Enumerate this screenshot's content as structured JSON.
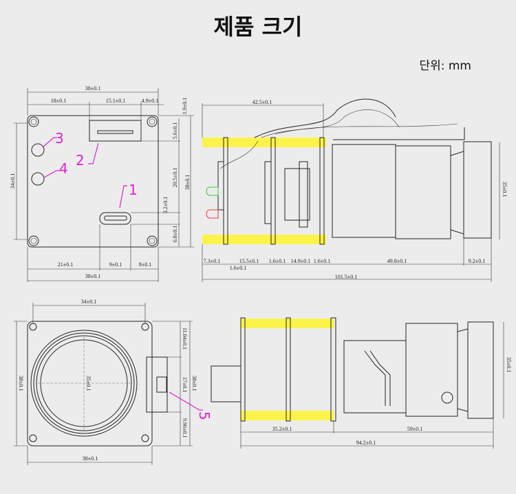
{
  "title": "제품 크기",
  "unit": "단위: mm",
  "colors": {
    "background": "#ececec",
    "highlight": "#fbf34a",
    "marker": "#e020d0",
    "led_green": "#3cc43c",
    "led_red": "#e04040"
  },
  "rear_view": {
    "markers": [
      "1",
      "2",
      "3",
      "4"
    ],
    "dims": {
      "width_top": "38±0.1",
      "d18": "18±0.1",
      "d15_1": "15.1±0.1",
      "d4_9": "4.9±0.1",
      "d1_9": "1.9±0.1",
      "d5_6": "5.6±0.1",
      "d20_5": "20.5±0.1",
      "height_right": "38±0.1",
      "d3_2": "3.2±0.1",
      "d6_8": "6.8±0.1",
      "hole_pitch": "34±0.1",
      "d21": "21±0.1",
      "d9": "9±0.1",
      "d8": "8±0.1",
      "width_bottom": "38±0.1"
    }
  },
  "side_view_top": {
    "dims": {
      "d42_5": "42.5±0.1",
      "d7_3": "7.3±0.1",
      "d15_5": "15.5±0.1",
      "d1_6a": "1.6±0.1",
      "d14_9": "14.9±0.1",
      "d1_6b": "1.6±0.1",
      "d1_6c": "1.6±0.1",
      "d49_8": "49.8±0.1",
      "d9_2": "9.2±0.1",
      "total": "101.5±0.1",
      "height": "35±0.1"
    }
  },
  "front_view": {
    "marker": "5",
    "dims": {
      "hole_pitch": "34±0.1",
      "height_left": "38±0.1",
      "lens_dia": "35±0.1",
      "d11_04": "11.04±0.1",
      "d17": "17±0.1",
      "d9_96": "9.96±0.1",
      "height_right": "38±0.1",
      "width_bottom": "38±0.1"
    }
  },
  "side_view_bottom": {
    "dims": {
      "d35_2": "35.2±0.1",
      "d59": "59±0.1",
      "total": "94.2±0.1",
      "height": "35±0.1"
    }
  }
}
